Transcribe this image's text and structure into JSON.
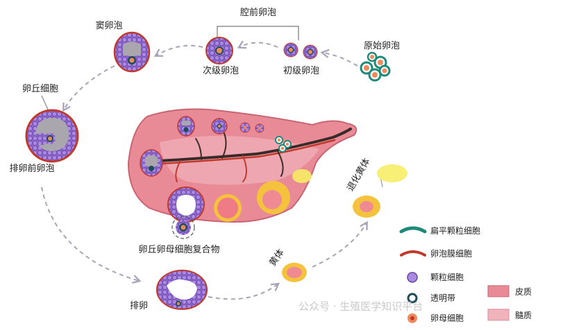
{
  "labels": {
    "preantral": "腔前卵泡",
    "antral": "窦卵泡",
    "primordial": "原始卵泡",
    "secondary": "次级卵泡",
    "primary": "初级卵泡",
    "cumulus": "卵丘细胞",
    "preovulatory": "排卵前卵泡",
    "coc": "卵丘卵母细胞复合物",
    "ovulation": "排卵",
    "corpus_luteum": "黄体",
    "corpus_albicans": "退化黄体"
  },
  "legend": [
    {
      "key": "flat_granulosa",
      "label": "扁平颗粒细胞",
      "icon": "teal-arc-icon",
      "color": "#1e8a7a"
    },
    {
      "key": "theca",
      "label": "卵泡膜细胞",
      "icon": "red-arc-icon",
      "color": "#c0392b"
    },
    {
      "key": "granulosa",
      "label": "颗粒细胞",
      "icon": "purple-cell-icon",
      "color": "#9b7fd4"
    },
    {
      "key": "zona",
      "label": "透明带",
      "icon": "ring-icon",
      "color": "#1d4c5a"
    },
    {
      "key": "oocyte",
      "label": "卵母细胞",
      "icon": "oocyte-icon",
      "color": "#f08a5d"
    },
    {
      "key": "cortex",
      "label": "皮质",
      "icon": "cortex-box-icon",
      "color": "#e98b97"
    },
    {
      "key": "medulla",
      "label": "髓质",
      "icon": "medulla-box-icon",
      "color": "#f0b3bb"
    }
  ],
  "watermark": "公众号 · 生殖医学知识平台"
}
